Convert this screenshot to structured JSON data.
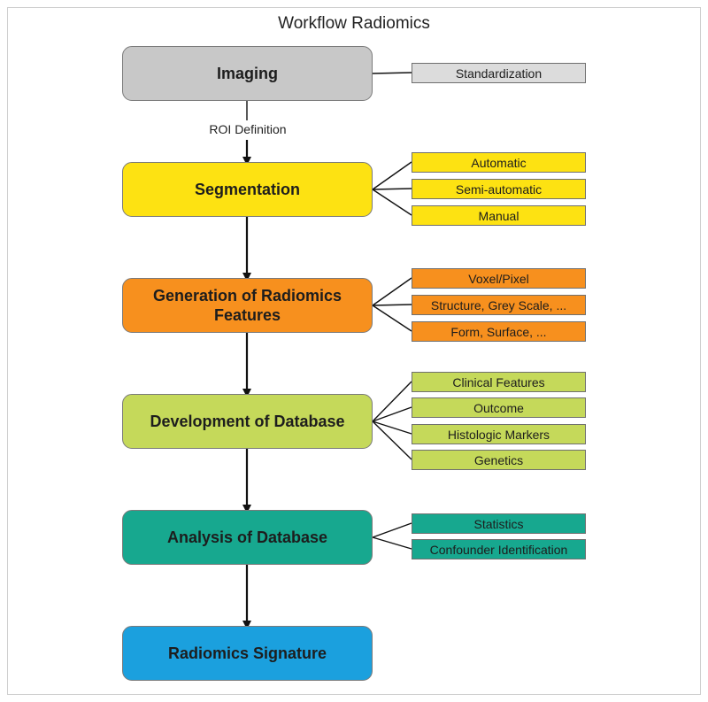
{
  "title": "Workflow Radiomics",
  "roi_label": "ROI Definition",
  "steps": [
    {
      "label": "Imaging",
      "color": "#c8c8c8",
      "subs": [
        "Standardization"
      ],
      "sub_color": "#dcdcdc"
    },
    {
      "label": "Segmentation",
      "color": "#fde212",
      "subs": [
        "Automatic",
        "Semi-automatic",
        "Manual"
      ],
      "sub_color": "#fde212"
    },
    {
      "label": "Generation of Radiomics Features",
      "color": "#f7901e",
      "subs": [
        "Voxel/Pixel",
        "Structure, Grey Scale, ...",
        "Form, Surface, ..."
      ],
      "sub_color": "#f7901e"
    },
    {
      "label": "Development of Database",
      "color": "#c5d95a",
      "subs": [
        "Clinical Features",
        "Outcome",
        "Histologic Markers",
        "Genetics"
      ],
      "sub_color": "#c5d95a"
    },
    {
      "label": "Analysis of Database",
      "color": "#17a88f",
      "subs": [
        "Statistics",
        "Confounder Identification"
      ],
      "sub_color": "#17a88f"
    },
    {
      "label": "Radiomics Signature",
      "color": "#1ba0de",
      "subs": [],
      "sub_color": "#1ba0de"
    }
  ]
}
